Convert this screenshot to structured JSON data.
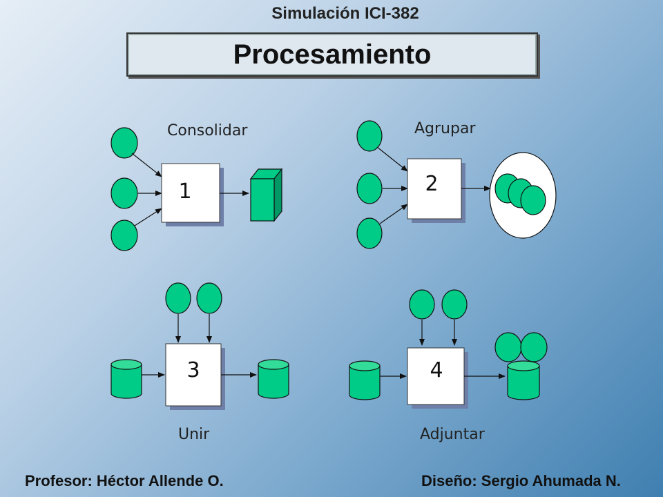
{
  "header": {
    "course": "Simulación ICI-382"
  },
  "title": "Procesamiento",
  "operations": [
    {
      "number": "1",
      "label": "Consolidar"
    },
    {
      "number": "2",
      "label": "Agrupar"
    },
    {
      "number": "3",
      "label": "Unir"
    },
    {
      "number": "4",
      "label": "Adjuntar"
    }
  ],
  "footer": {
    "professor": "Profesor: Héctor Allende O.",
    "design": "Diseño: Sergio Ahumada N."
  },
  "colors": {
    "record_fill": "#00cc88",
    "process_fill": "#ffffff",
    "shadow": "#6e7fa8"
  }
}
